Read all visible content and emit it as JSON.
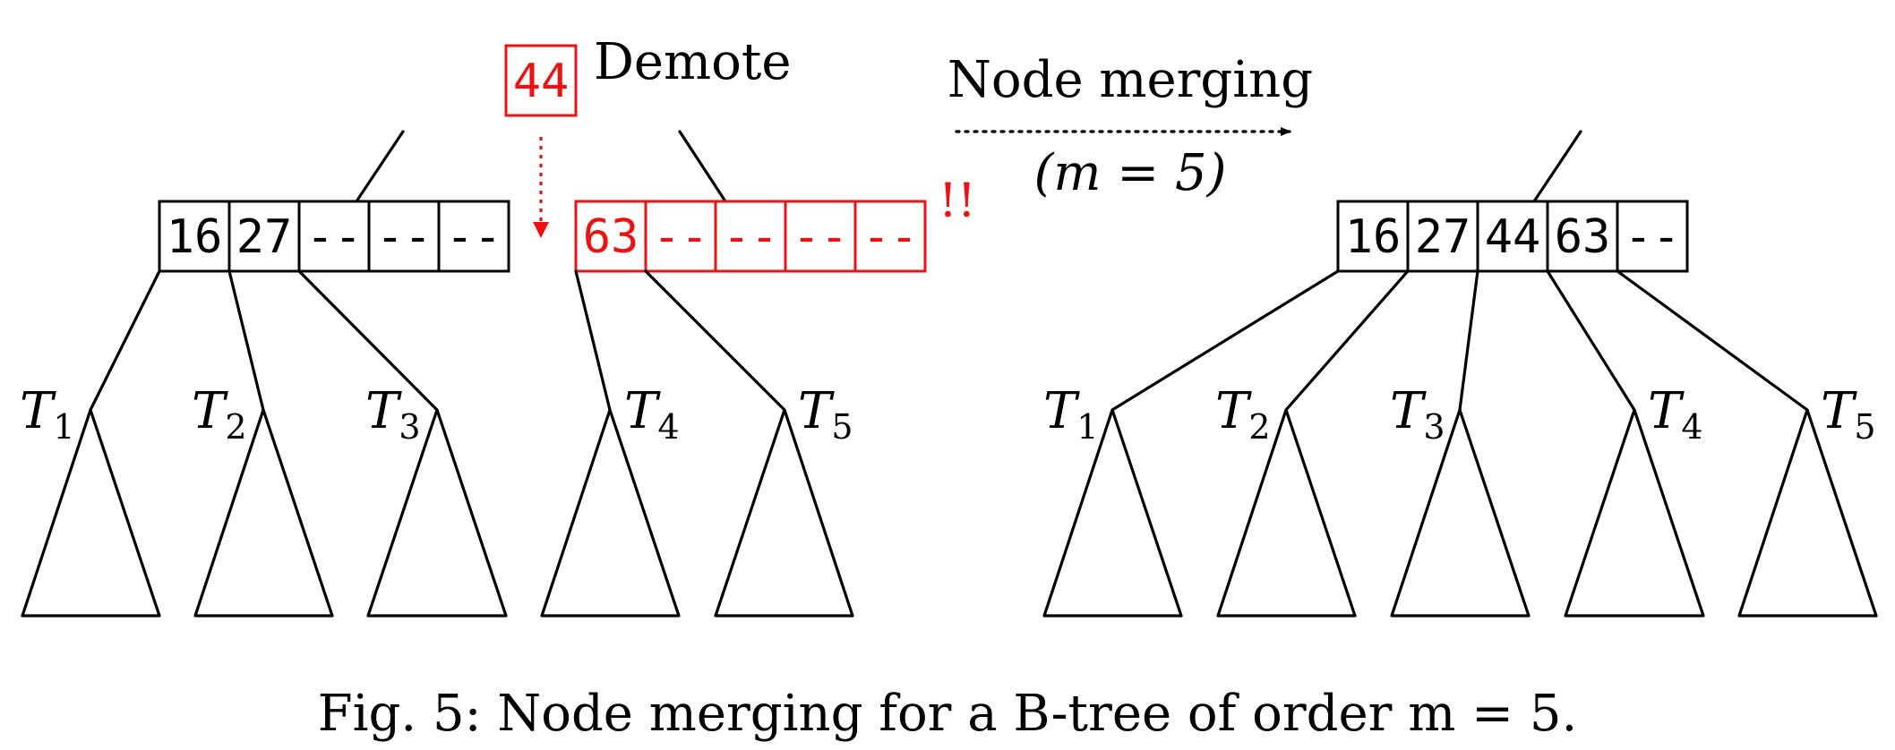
{
  "left_tree": {
    "parent_node": {
      "keys": [
        "16",
        "27",
        "--",
        "--",
        "--"
      ]
    },
    "demoted_key": "44",
    "demote_label": "Demote",
    "child_node": {
      "keys": [
        "63",
        "--",
        "--",
        "--",
        "--"
      ]
    },
    "underflow_marker": "!!",
    "subtrees": [
      {
        "name": "T",
        "index": "1"
      },
      {
        "name": "T",
        "index": "2"
      },
      {
        "name": "T",
        "index": "3"
      },
      {
        "name": "T",
        "index": "4"
      },
      {
        "name": "T",
        "index": "5"
      }
    ]
  },
  "transition": {
    "label": "Node merging",
    "condition": "(m = 5)"
  },
  "right_tree": {
    "merged_node": {
      "keys": [
        "16",
        "27",
        "44",
        "63",
        "--"
      ]
    },
    "subtrees": [
      {
        "name": "T",
        "index": "1"
      },
      {
        "name": "T",
        "index": "2"
      },
      {
        "name": "T",
        "index": "3"
      },
      {
        "name": "T",
        "index": "4"
      },
      {
        "name": "T",
        "index": "5"
      }
    ]
  },
  "caption": "Fig. 5: Node merging for a B-tree of order m = 5.",
  "colors": {
    "highlight": "#ee1111",
    "ink": "#000000"
  }
}
